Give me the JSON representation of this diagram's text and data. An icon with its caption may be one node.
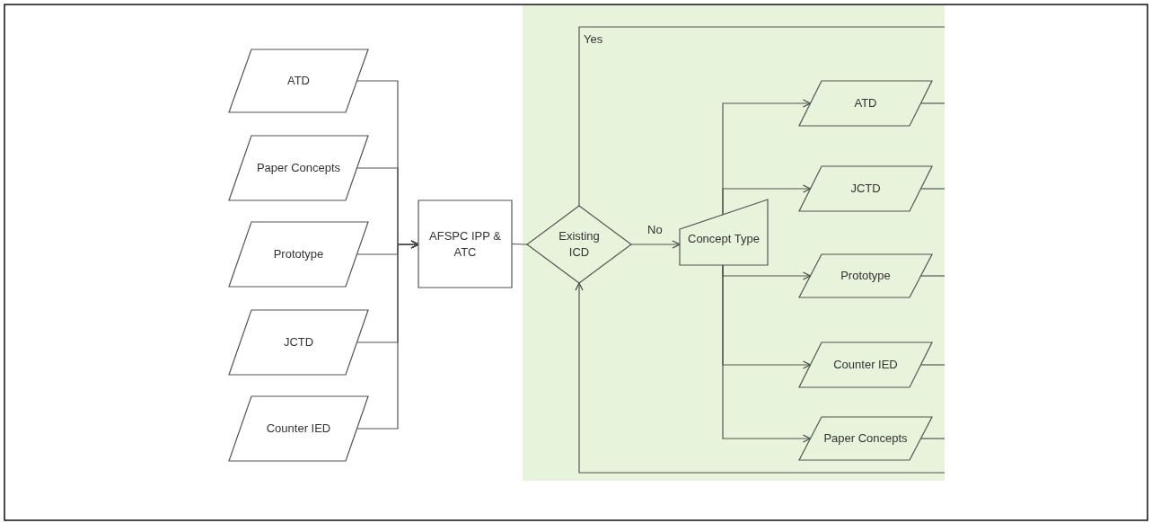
{
  "diagram": {
    "nodes": [
      {
        "text": [
          "ATD"
        ]
      },
      {
        "text": [
          "Paper Concepts"
        ]
      },
      {
        "text": [
          "Prototype"
        ]
      },
      {
        "text": [
          "JCTD"
        ]
      },
      {
        "text": [
          "Counter IED"
        ]
      },
      {
        "text": [
          "AFSPC IPP & ATC"
        ]
      },
      {
        "text": [
          "Existing ICD"
        ]
      },
      {
        "text": [
          "Concept Type"
        ]
      },
      {
        "text": [
          "ATD"
        ]
      },
      {
        "text": [
          "JCTD"
        ]
      },
      {
        "text": [
          "Prototype"
        ]
      },
      {
        "text": [
          "Counter IED"
        ]
      },
      {
        "text": [
          "Paper Concepts"
        ]
      }
    ],
    "edges": [
      {
        "from": 0,
        "to": 5,
        "arrow": "to"
      },
      {
        "from": 1,
        "to": 5,
        "arrow": "to"
      },
      {
        "from": 2,
        "to": 5,
        "arrow": "to"
      },
      {
        "from": 3,
        "to": 5,
        "arrow": "to"
      },
      {
        "from": 4,
        "to": 5,
        "arrow": "to"
      },
      {
        "from": 5,
        "to": 6,
        "arrow": "none"
      },
      {
        "from": 6,
        "to": 7,
        "arrow": "to",
        "label": "No"
      },
      {
        "from": 6,
        "to": null,
        "arrow": "none",
        "label": "Yes"
      },
      {
        "from": 7,
        "to": 8,
        "arrow": "to"
      },
      {
        "from": 7,
        "to": 9,
        "arrow": "to"
      },
      {
        "from": 7,
        "to": 10,
        "arrow": "to"
      },
      {
        "from": 7,
        "to": 11,
        "arrow": "to"
      },
      {
        "from": 7,
        "to": 12,
        "arrow": "to"
      },
      {
        "from": 8,
        "to": null,
        "arrow": "none"
      },
      {
        "from": 9,
        "to": null,
        "arrow": "none"
      },
      {
        "from": 10,
        "to": null,
        "arrow": "none"
      },
      {
        "from": 11,
        "to": null,
        "arrow": "none"
      },
      {
        "from": 12,
        "to": null,
        "arrow": "none"
      },
      {
        "from": null,
        "to": 6,
        "arrow": "to"
      }
    ]
  }
}
